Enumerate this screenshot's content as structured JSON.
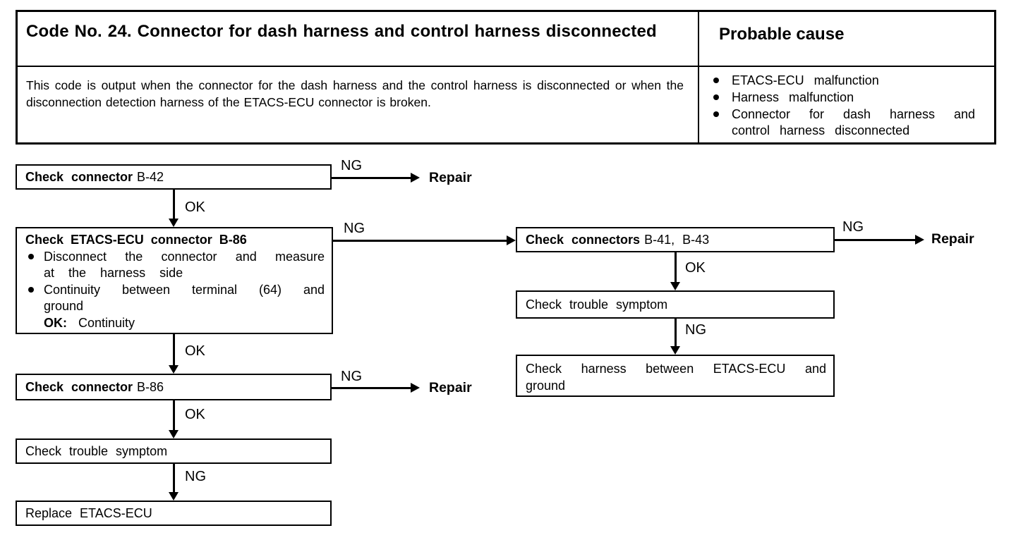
{
  "table": {
    "title": "Code No. 24. Connector for dash harness and control harness disconnected",
    "probable_cause_label": "Probable cause",
    "description": "This code is output when the connector for the dash harness and the control harness is disconnected or when the disconnection detection harness of the ETACS-ECU connector is broken.",
    "causes": [
      "ETACS-ECU malfunction",
      "Harness malfunction",
      "Connector for dash harness and control harness disconnected"
    ]
  },
  "flow": {
    "left": {
      "step1_bold": "Check connector",
      "step1_id": "B-42",
      "step2_title": "Check ETACS-ECU connector B-86",
      "step2_bullets": [
        "Disconnect the connector and measure at the harness side",
        "Continuity between terminal (64) and ground"
      ],
      "step2_ok_label": "OK:",
      "step2_ok_value": "Continuity",
      "step3_bold": "Check connector",
      "step3_id": "B-86",
      "step4": "Check trouble symptom",
      "step5": "Replace ETACS-ECU"
    },
    "right": {
      "step1_bold": "Check connectors",
      "step1_id": "B-41, B-43",
      "step2": "Check trouble symptom",
      "step3": "Check harness between ETACS-ECU and ground"
    },
    "labels": {
      "ok": "OK",
      "ng": "NG",
      "repair": "Repair"
    }
  }
}
